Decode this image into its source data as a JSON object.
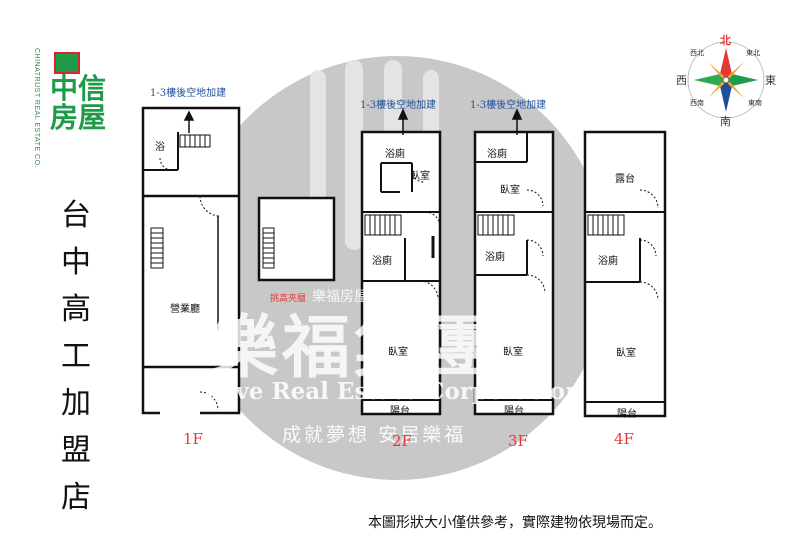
{
  "brand": {
    "vertical_text": "CHINATRUST REAL ESTATE CO.",
    "name": "中信房屋",
    "store_name": "台中高工加盟店"
  },
  "compass": {
    "labels": [
      "北",
      "東",
      "南",
      "西",
      "東北",
      "東南",
      "西南",
      "西北"
    ]
  },
  "watermark": {
    "group_name": "樂福集團",
    "english": "Love Real Estate Corporation",
    "slogan": "成就夢想 安居樂福",
    "small_text": "樂福房屋"
  },
  "notes": {
    "rear_addition_1f": "1-3樓後空地加建",
    "rear_addition_2f": "1-3樓後空地加建",
    "rear_addition_3f": "1-3樓後空地加建"
  },
  "floors": {
    "f1": {
      "label": "1F",
      "rooms": [
        "浴",
        "營業廳"
      ]
    },
    "mezz": {
      "label": "挑高夾層"
    },
    "f2": {
      "label": "2F",
      "rooms": [
        "浴廁",
        "臥室",
        "浴廁",
        "臥室",
        "陽台"
      ]
    },
    "f3": {
      "label": "3F",
      "rooms": [
        "浴廁",
        "臥室",
        "浴廁",
        "臥室",
        "陽台"
      ]
    },
    "f4": {
      "label": "4F",
      "rooms": [
        "露台",
        "浴廁",
        "臥室",
        "陽台"
      ]
    }
  },
  "footer": "本圖形狀大小僅供參考，實際建物依現場而定。",
  "colors": {
    "brand_green": "#1e9a48",
    "brand_red": "#d8262e",
    "floor_label_red": "#e53935",
    "note_blue": "#1f4f9a",
    "watermark_gray": "#c8c8c8"
  }
}
